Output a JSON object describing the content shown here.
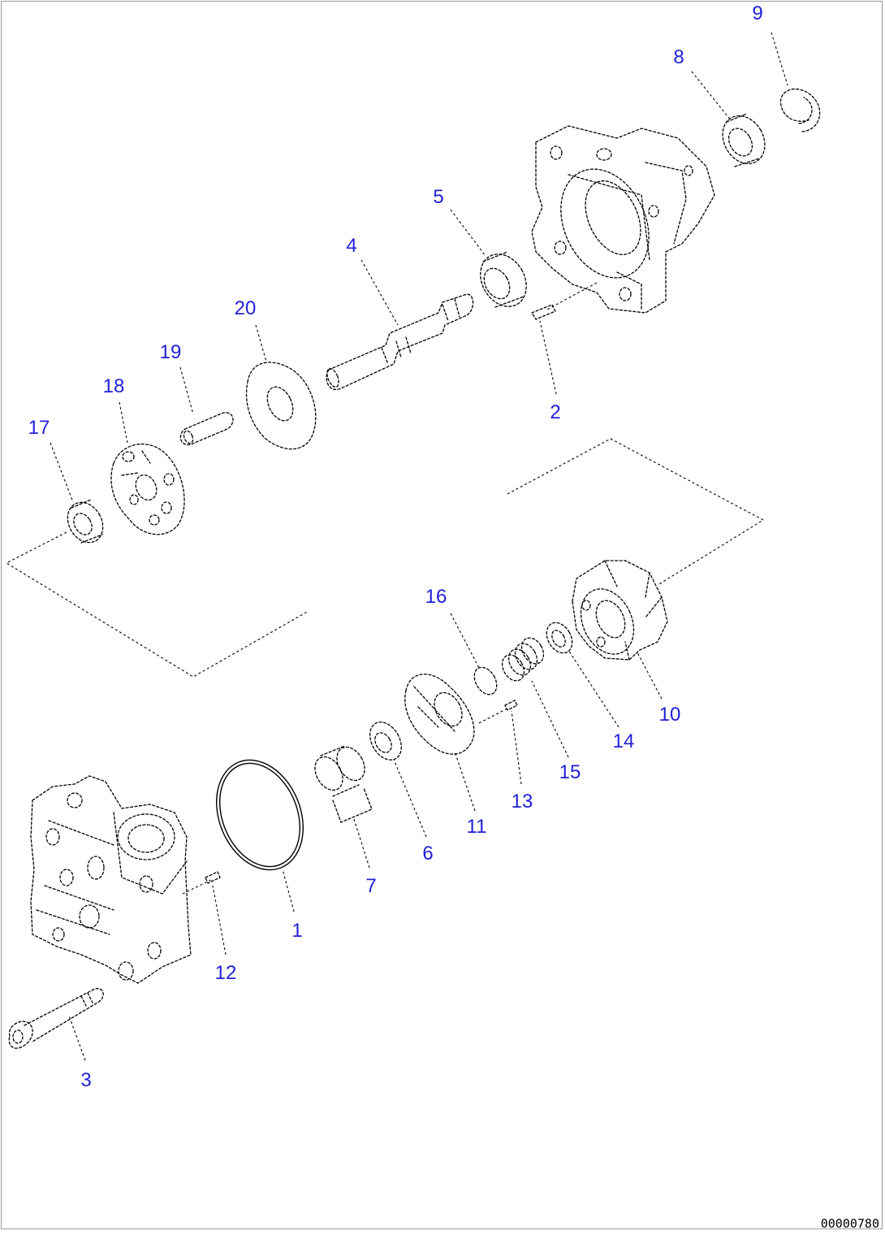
{
  "diagram": {
    "drawing_code": "00000780",
    "callouts": {
      "c1": "1",
      "c2": "2",
      "c3": "3",
      "c4": "4",
      "c5": "5",
      "c6": "6",
      "c7": "7",
      "c8": "8",
      "c9": "9",
      "c10": "10",
      "c11": "11",
      "c12": "12",
      "c13": "13",
      "c14": "14",
      "c15": "15",
      "c16": "16",
      "c17": "17",
      "c18": "18",
      "c19": "19",
      "c20": "20"
    }
  }
}
